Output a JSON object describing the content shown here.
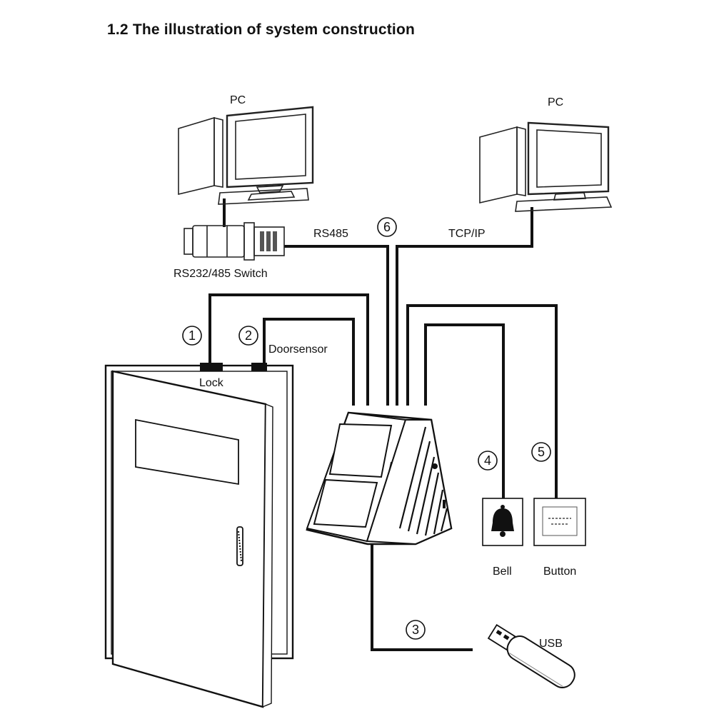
{
  "title": "1.2 The illustration of system construction",
  "labels": {
    "pc_left": "PC",
    "pc_right": "PC",
    "rs232_switch": "RS232/485 Switch",
    "rs485": "RS485",
    "tcpip": "TCP/IP",
    "doorsensor": "Doorsensor",
    "lock": "Lock",
    "bell": "Bell",
    "button": "Button",
    "usb": "USB"
  },
  "callouts": {
    "c1": "1",
    "c2": "2",
    "c3": "3",
    "c4": "4",
    "c5": "5",
    "c6": "6"
  }
}
